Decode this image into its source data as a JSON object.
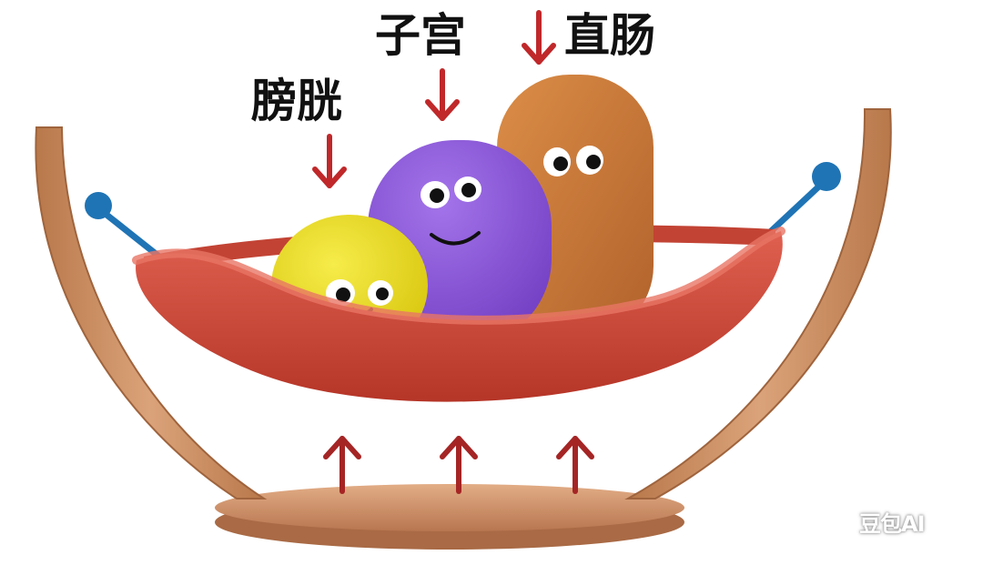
{
  "labels": {
    "bladder": "膀胱",
    "uterus": "子宫",
    "rectum": "直肠"
  },
  "watermark": "豆包AI",
  "colors": {
    "bladder": "#ecdd1e",
    "uterus": "#8d55d6",
    "rectum": "#c87838",
    "hammock": "#d24a3a",
    "arrow": "#c0282a",
    "support_arrow": "#a52525",
    "wood": "#c98a5a",
    "knob": "#1f74b5"
  },
  "icons": {
    "down_arrow": "down-arrow-icon",
    "up_arrow": "up-arrow-icon"
  }
}
